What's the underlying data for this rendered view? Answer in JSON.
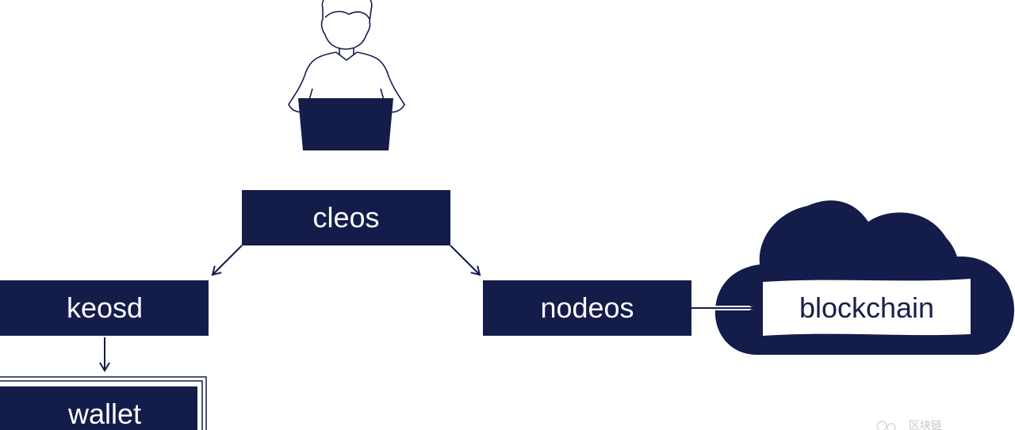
{
  "nodes": {
    "cleos": "cleos",
    "keosd": "keosd",
    "nodeos": "nodeos",
    "wallet": "wallet",
    "blockchain": "blockchain"
  },
  "icons": {
    "user": "user-with-laptop-icon",
    "cloud": "cloud-icon"
  },
  "watermark": "区块链",
  "colors": {
    "navy": "#141c4a",
    "background": "#ffffff",
    "text_on_navy": "#ffffff",
    "text_on_white": "#1a1f4a"
  }
}
